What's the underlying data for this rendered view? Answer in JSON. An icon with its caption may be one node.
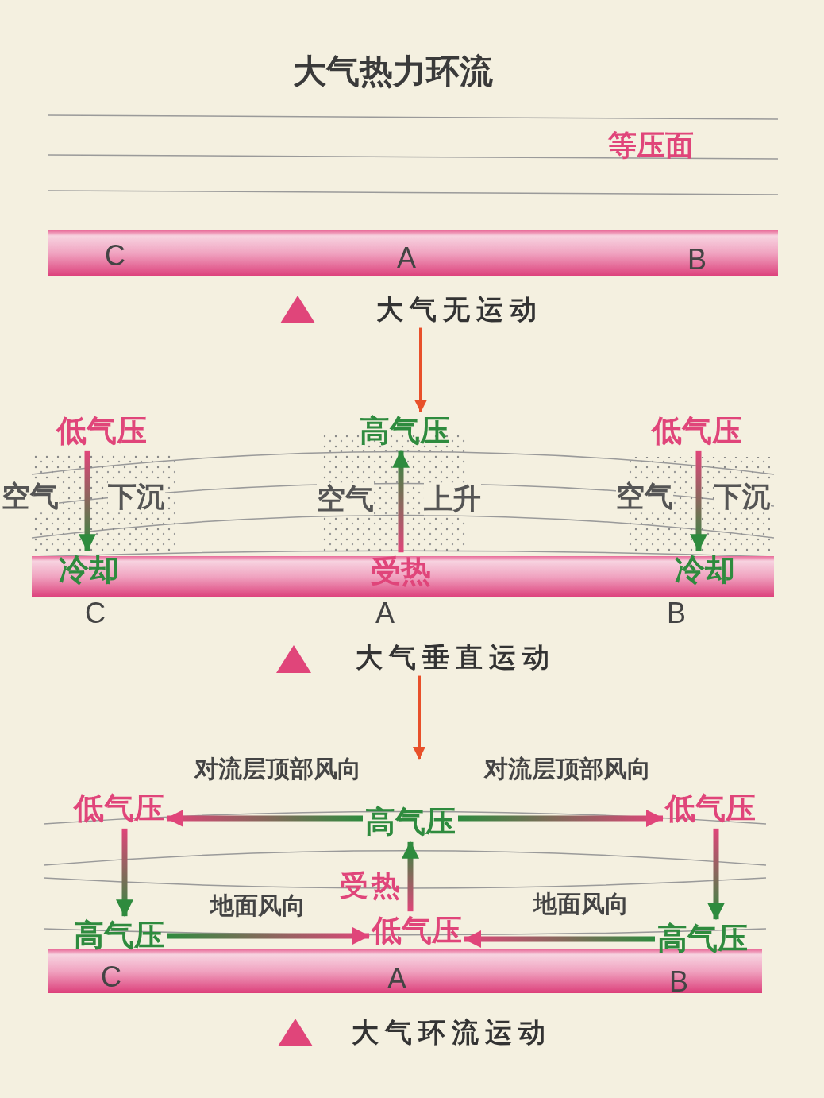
{
  "diagram": {
    "title": "大气热力环流",
    "nodes": [
      {
        "text": [
          "大气无运动"
        ]
      },
      {
        "text": [
          "低气压"
        ]
      },
      {
        "text": [
          "高气压"
        ]
      },
      {
        "text": [
          "低气压"
        ]
      },
      {
        "text": [
          "冷却"
        ]
      },
      {
        "text": [
          "受热"
        ]
      },
      {
        "text": [
          "冷却"
        ]
      },
      {
        "text": [
          "大气垂直运动"
        ]
      },
      {
        "text": [
          "低气压"
        ]
      },
      {
        "text": [
          "高气压"
        ]
      },
      {
        "text": [
          "低气压"
        ]
      },
      {
        "text": [
          "高气压"
        ]
      },
      {
        "text": [
          "低气压"
        ]
      },
      {
        "text": [
          "高气压"
        ]
      }
    ],
    "edges": [
      {
        "from": 0,
        "to": 2,
        "arrow": "to",
        "color": "#e8502a"
      },
      {
        "from": 1,
        "to": 4,
        "arrow": "to"
      },
      {
        "from": 5,
        "to": 2,
        "arrow": "to"
      },
      {
        "from": 3,
        "to": 6,
        "arrow": "to"
      },
      {
        "from": 7,
        "to": null,
        "arrow": "to",
        "color": "#e8502a"
      },
      {
        "from": 9,
        "to": 8,
        "arrow": "to"
      },
      {
        "from": 9,
        "to": 10,
        "arrow": "to"
      },
      {
        "from": 8,
        "to": 11,
        "arrow": "to"
      },
      {
        "from": 10,
        "to": 13,
        "arrow": "to"
      },
      {
        "from": 11,
        "to": 12,
        "arrow": "to"
      },
      {
        "from": 13,
        "to": 12,
        "arrow": "to"
      },
      {
        "from": 12,
        "to": 9,
        "arrow": "to"
      }
    ],
    "labels": [
      "等压面",
      "C",
      "A",
      "B",
      "空气",
      "下沉",
      "空气",
      "上升",
      "空气",
      "下沉",
      "C",
      "A",
      "B",
      "对流层顶部风向",
      "对流层顶部风向",
      "受热",
      "地面风向",
      "地面风向",
      "C",
      "A",
      "B",
      "大气环流运动"
    ]
  }
}
